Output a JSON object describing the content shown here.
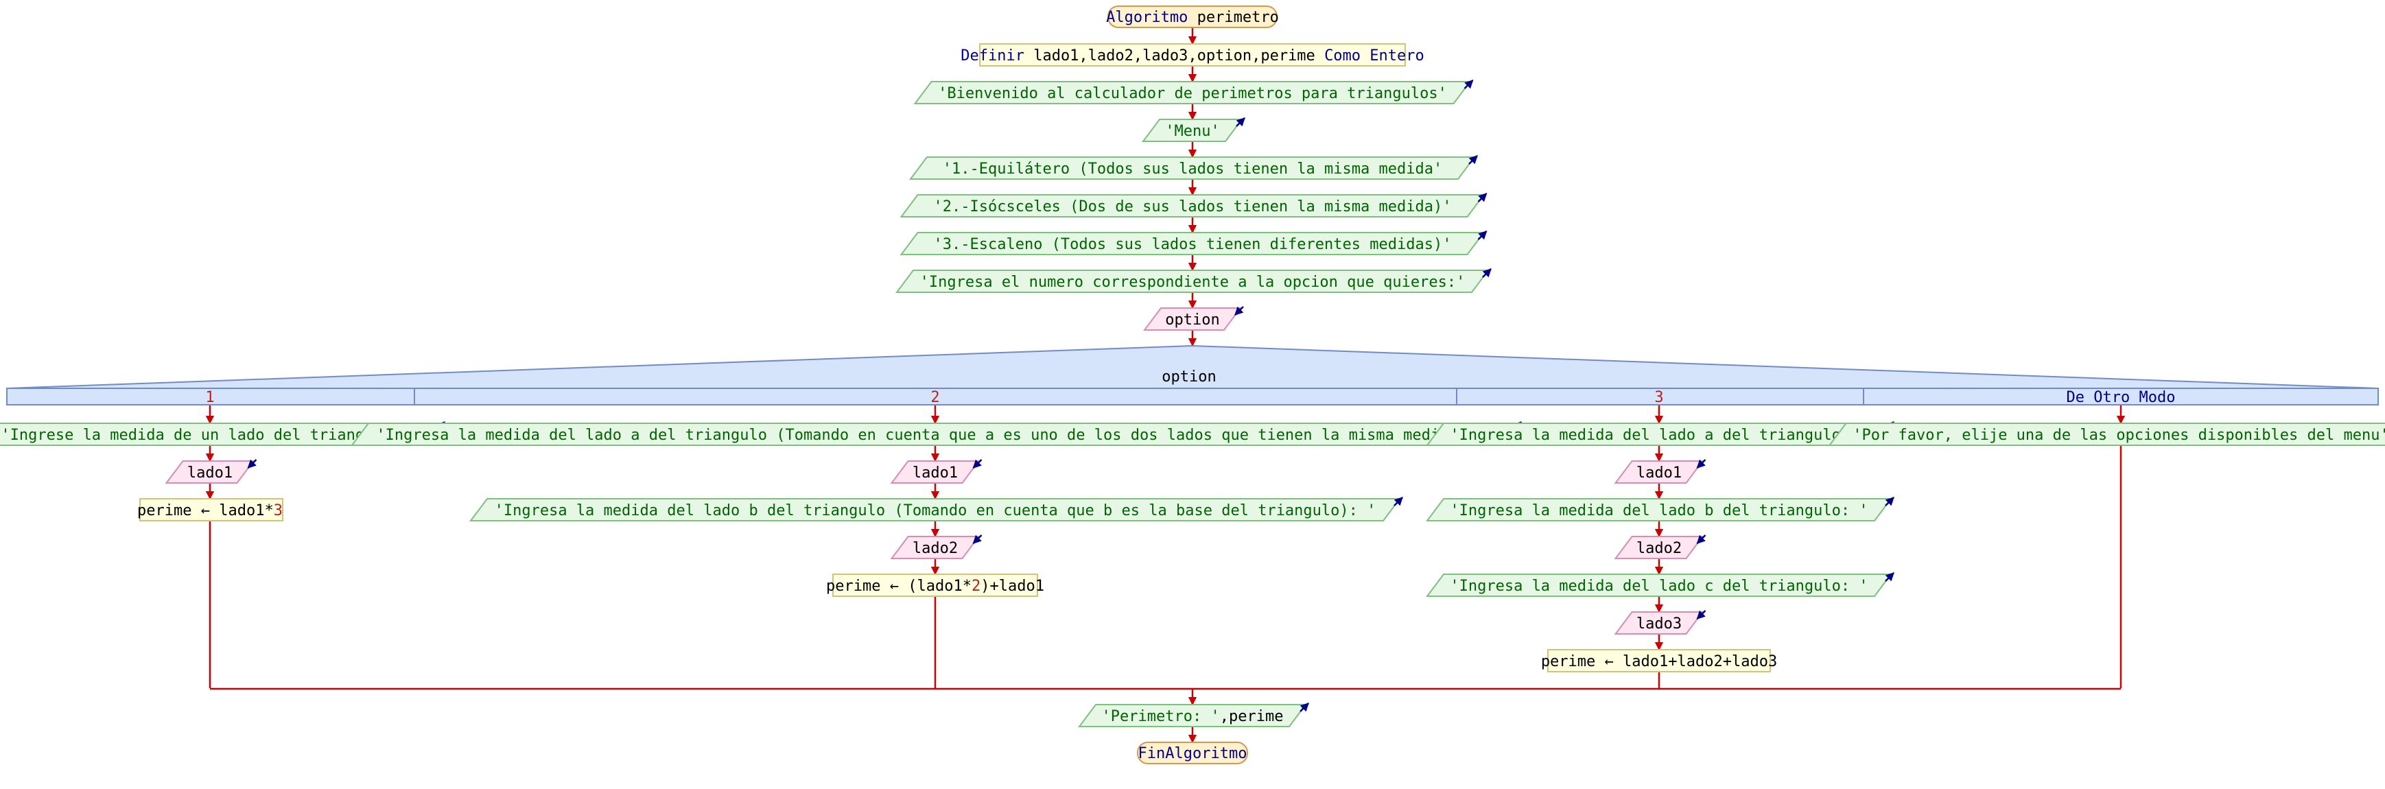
{
  "diagram": {
    "colors": {
      "flow_line": "#cc0000",
      "terminal_fill": "#fff2cc",
      "terminal_stroke": "#d9974d",
      "process_fill": "#ffffe0",
      "process_stroke": "#d4c27a",
      "output_fill": "#e6f7e6",
      "output_stroke": "#7fbf7f",
      "input_fill": "#ffe6f0",
      "input_stroke": "#d98cb3",
      "switch_fill": "#d6e4fb",
      "switch_stroke": "#6f8cc8",
      "output_arrow": "#00008b",
      "keyword": "#00008b",
      "string": "#006400",
      "number": "#b22222"
    },
    "start": {
      "kw": "Algoritmo",
      "name": "perimetro"
    },
    "define": {
      "kw1": "Definir",
      "vars": "lado1,lado2,lado3,option,perime",
      "kw2": "Como Entero"
    },
    "outputs_main": [
      "'Bienvenido al calculador de perimetros para triangulos'",
      "'Menu'",
      "'1.-Equilátero   (Todos sus lados tienen la misma medida'",
      "'2.-Isócsceles   (Dos de sus lados tienen la misma medida)'",
      "'3.-Escaleno   (Todos sus lados tienen diferentes medidas)'",
      "'Ingresa el numero correspondiente a la opcion que quieres:'"
    ],
    "input_option": "option",
    "switch": {
      "variable": "option",
      "cases": [
        "1",
        "2",
        "3",
        "De Otro Modo"
      ]
    },
    "case1": {
      "output": "'Ingrese la medida de un lado del triangulo: '",
      "input": "lado1",
      "assign_lhs": "perime ← lado1*",
      "assign_num": "3"
    },
    "case2": {
      "output1": "'Ingresa la medida del lado a del triangulo (Tomando en cuenta que a es uno de los dos lados que tienen la misma medida): '",
      "input1": "lado1",
      "output2": "'Ingresa la medida del lado b del triangulo (Tomando en cuenta que b es la base del triangulo): '",
      "input2": "lado2",
      "assign_a": "perime ← (lado1*",
      "assign_num": "2",
      "assign_b": ")+lado1"
    },
    "case3": {
      "output1": "'Ingresa la medida del lado a del triangulo: '",
      "input1": "lado1",
      "output2": "'Ingresa la medida del lado b del triangulo: '",
      "input2": "lado2",
      "output3": "'Ingresa la medida del lado c del triangulo: '",
      "input3": "lado3",
      "assign": "perime ← lado1+lado2+lado3"
    },
    "default_case": {
      "output": "'Por favor, elije una de las opciones disponibles del menu'"
    },
    "final_output": {
      "str": "'Perimetro: '",
      "rest": ",perime"
    },
    "end": {
      "kw": "FinAlgoritmo"
    }
  }
}
